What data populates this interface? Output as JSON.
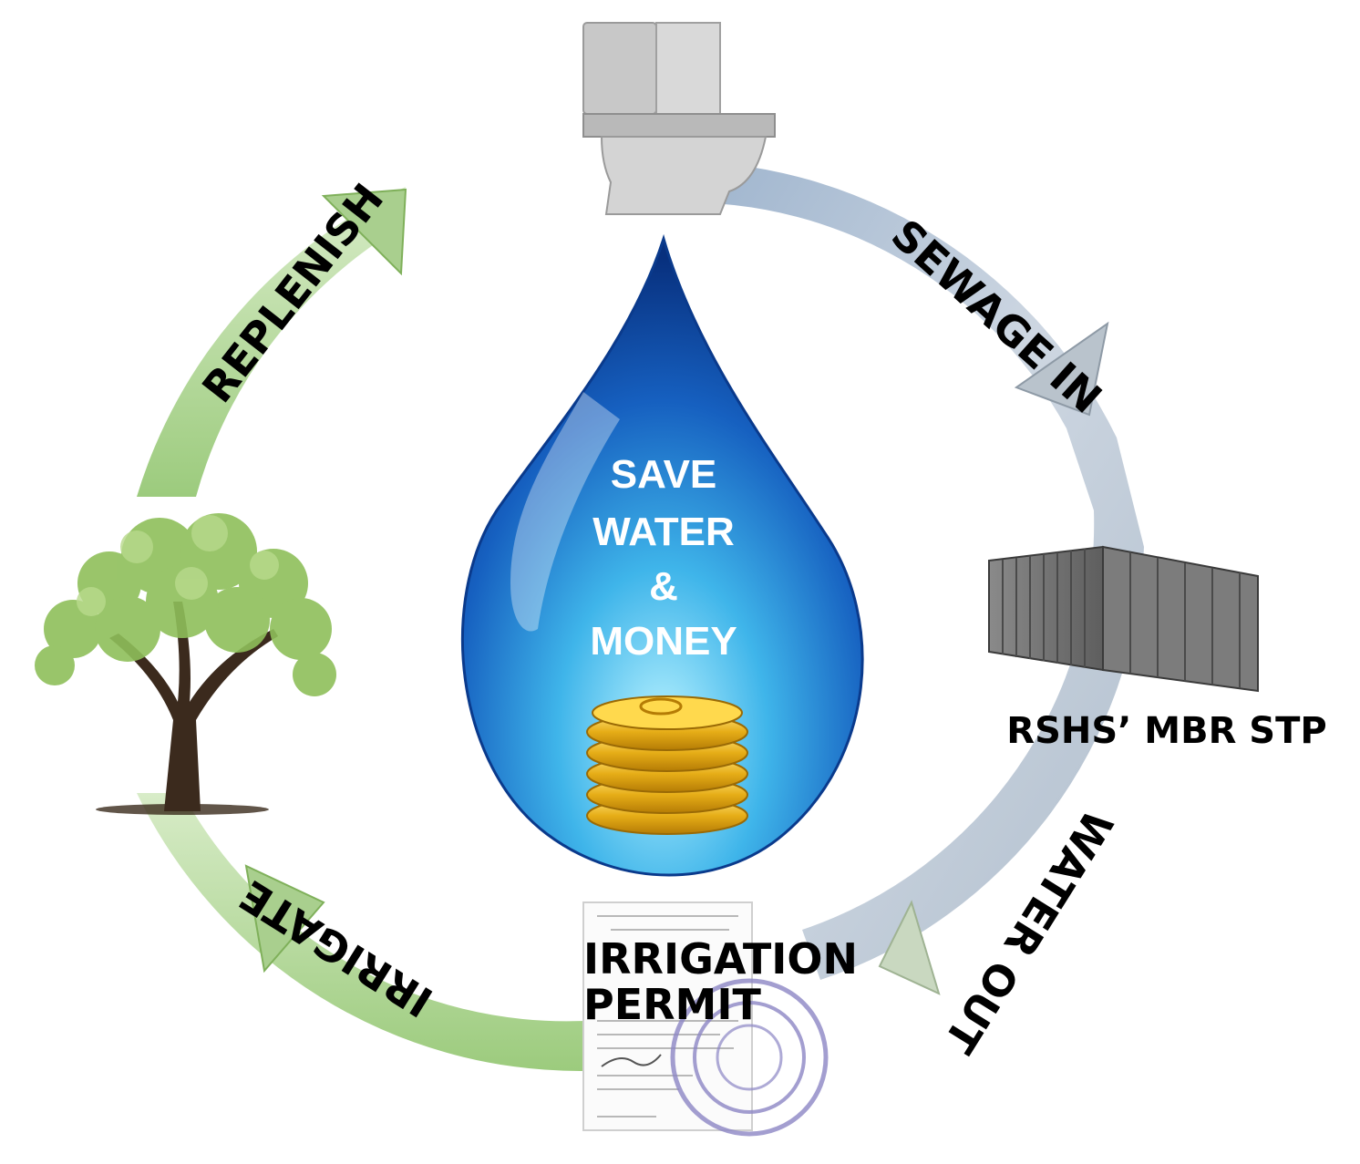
{
  "cycle": {
    "sewage_in": "SEWAGE IN",
    "water_out": "WATER OUT",
    "irrigate": "IRRIGATE",
    "replenish": "REPLENISH"
  },
  "plant": {
    "label": "RSHS’ MBR STP"
  },
  "permit": {
    "line1": "IRRIGATION",
    "line2": "PERMIT"
  },
  "drop": {
    "line1": "SAVE",
    "line2": "WATER",
    "line3": "&",
    "line4": "MONEY"
  },
  "colors": {
    "grey_arrow": "#c3cdd8",
    "green_arrow": "#a9cf8e",
    "drop_dark": "#0b3f9a",
    "drop_light": "#9fe6ff",
    "coin": "#e8b21c"
  },
  "icons": [
    "toilet-icon",
    "water-drop-icon",
    "coin-stack-icon",
    "container-icon",
    "permit-document-icon",
    "stamp-icon",
    "tree-icon"
  ]
}
